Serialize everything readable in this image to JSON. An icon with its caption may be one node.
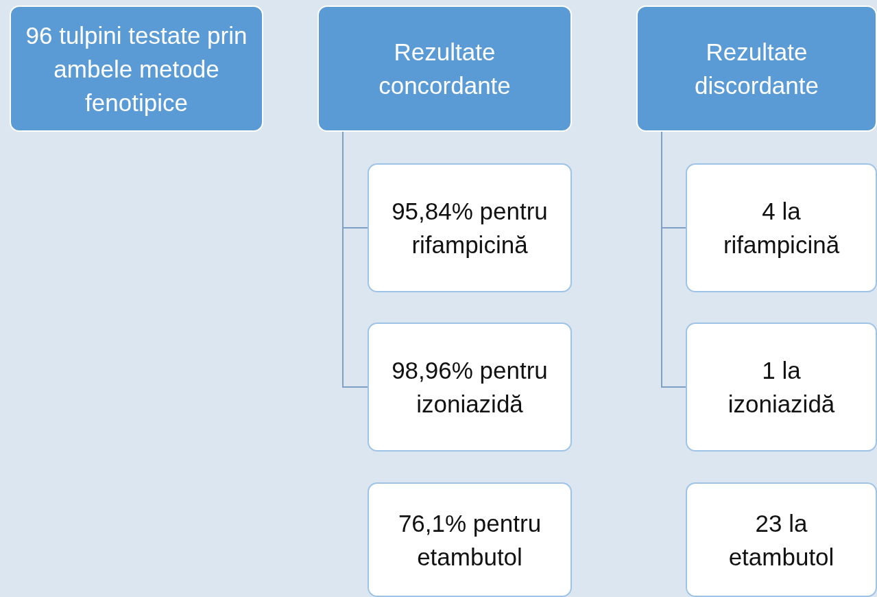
{
  "diagram": {
    "nodes": [
      {
        "text": [
          "96 tulpini testate prin ambele metode fenotipice"
        ]
      },
      {
        "text": [
          "Rezultate concordante"
        ]
      },
      {
        "text": [
          "Rezultate discordante"
        ]
      },
      {
        "text": [
          "95,84% pentru rifampicină"
        ]
      },
      {
        "text": [
          "98,96% pentru izoniazidă"
        ]
      },
      {
        "text": [
          "76,1% pentru etambutol"
        ]
      },
      {
        "text": [
          "4 la rifampicină"
        ]
      },
      {
        "text": [
          "1 la izoniazidă"
        ]
      },
      {
        "text": [
          "23 la etambutol"
        ]
      }
    ],
    "edges": [
      {
        "from": 1,
        "to": 3,
        "arrow": "none"
      },
      {
        "from": 1,
        "to": 4,
        "arrow": "none"
      },
      {
        "from": 2,
        "to": 6,
        "arrow": "none"
      },
      {
        "from": 2,
        "to": 7,
        "arrow": "none"
      }
    ]
  }
}
